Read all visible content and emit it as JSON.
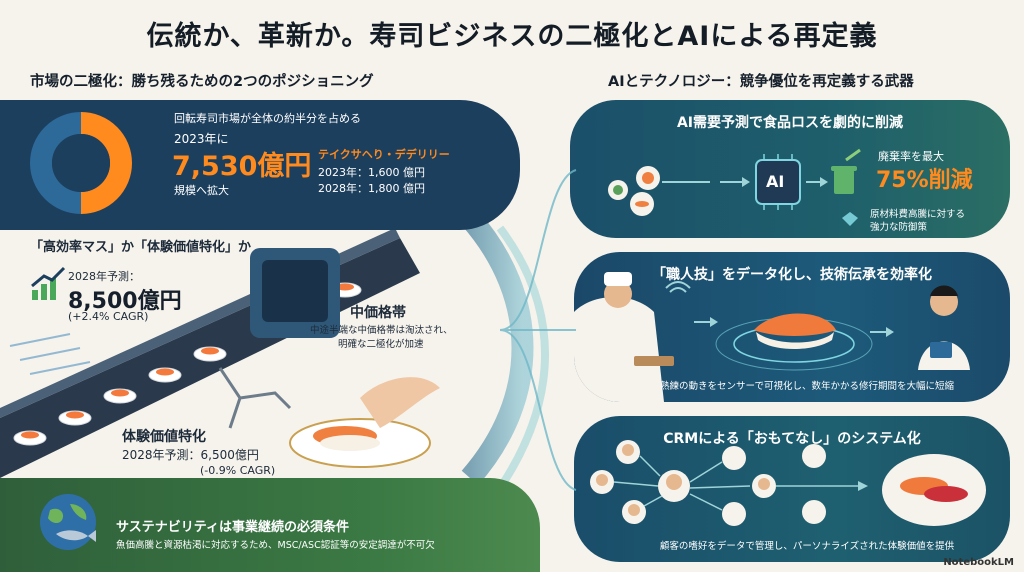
{
  "title": "伝統か、革新か。寿司ビジネスの二極化とAIによる再定義",
  "left": {
    "header": "市場の二極化：勝ち残るための2つのポジショニング",
    "market_note": "回転寿司市場が全体の約半分を占める",
    "market_year": "2023年に",
    "market_value": "7,530億円",
    "market_suffix": "規模へ拡大",
    "takeout_label": "テイクサヘり・デデリリー",
    "takeout_2023": "2023年：1,600 億円",
    "takeout_2028": "2028年：1,800 億円",
    "question": "「高効率マス」か「体験価値特化」か",
    "mass_forecast_label": "2028年予測：",
    "mass_forecast_value": "8,500億円",
    "mass_cagr": "(+2.4% CAGR)",
    "mid_title": "中価格帯",
    "mid_line1": "中途半端な中価格帯は淘汰され、",
    "mid_line2": "明確な二極化が加速",
    "exp_title": "体験価値特化",
    "exp_forecast": "2028年予測：6,500億円",
    "exp_cagr": "(-0.9% CAGR)",
    "sustain_title": "サステナビリティは事業継続の必須条件",
    "sustain_text": "魚価高騰と資源枯渇に対応するため、MSC/ASC認証等の安定調達が不可欠"
  },
  "right": {
    "header": "AIとテクノロジー：競争優位を再定義する武器",
    "card1": {
      "title": "AI需要予測で食品ロスを劇的に削減",
      "chip": "AI",
      "waste_label": "廃棄率を最大",
      "waste_value": "75%削減",
      "defense1": "原材料費高騰に対する",
      "defense2": "強力な防御策"
    },
    "card2": {
      "title": "「職人技」をデータ化し、技術伝承を効率化",
      "caption": "熟練の動きをセンサーで可視化し、数年かかる修行期間を大幅に短縮"
    },
    "card3": {
      "title": "CRMによる「おもてなし」のシステム化",
      "caption": "顧客の嗜好をデータで管理し、パーソナライズされた体験価値を提供"
    }
  },
  "footer": "NotebookLM",
  "colors": {
    "navy": "#1d3f5e",
    "teal": "#1f6b73",
    "orange": "#ff8a1e",
    "green": "#3b7a44"
  },
  "chart_data": {
    "type": "pie",
    "values": [
      50,
      50
    ],
    "categories": [
      "",
      ""
    ],
    "colors": [
      "#ff8a1e",
      "#2d6a9a"
    ]
  }
}
